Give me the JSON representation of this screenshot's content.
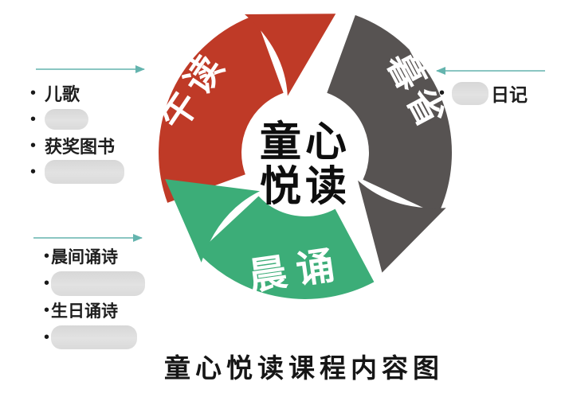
{
  "ui": {
    "bullet": "•"
  },
  "colors": {
    "teal": "#64b4ae"
  },
  "diagram": {
    "center": {
      "line1": "童心",
      "line2": "悦读"
    },
    "segments": [
      {
        "id": "noon-reading",
        "label": "午读",
        "color": "#bf3a27"
      },
      {
        "id": "evening-reflection",
        "label": "暮省",
        "color": "#575352"
      },
      {
        "id": "morning-recitation",
        "label": "晨诵",
        "color": "#3cad78"
      }
    ]
  },
  "annotations": {
    "noon_list": {
      "item1": "儿歌",
      "item3": "获奖图书"
    },
    "morning_list": {
      "item1": "晨间诵诗",
      "item3": "生日诵诗"
    },
    "evening_list": {
      "item1_suffix": "日记"
    }
  },
  "caption": "童心悦读课程内容图"
}
